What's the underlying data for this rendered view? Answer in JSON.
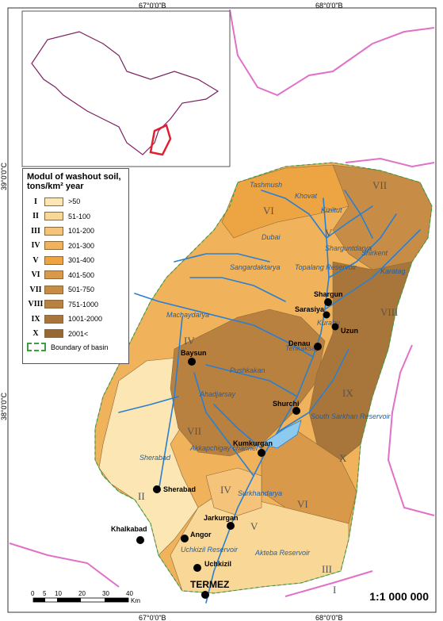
{
  "coords": {
    "top_left": "67°0'0\"В",
    "top_right": "68°0'0\"В",
    "bottom_left": "67°0'0\"В",
    "bottom_right": "68°0'0\"В",
    "left_upper": "39°0'0\"С",
    "left_lower": "38°0'0\"С"
  },
  "legend": {
    "title": "Modul of washout soil, tons/km² year",
    "classes": [
      {
        "roman": "I",
        "range": ">50",
        "color": "#fbe6b4"
      },
      {
        "roman": "II",
        "range": "51-100",
        "color": "#f9d796"
      },
      {
        "roman": "III",
        "range": "101-200",
        "color": "#f5c47a"
      },
      {
        "roman": "IV",
        "range": "201-300",
        "color": "#f0b25a"
      },
      {
        "roman": "V",
        "range": "301-400",
        "color": "#eda443"
      },
      {
        "roman": "VI",
        "range": "401-500",
        "color": "#d89a4a"
      },
      {
        "roman": "VII",
        "range": "501-750",
        "color": "#c78d46"
      },
      {
        "roman": "VIII",
        "range": "751-1000",
        "color": "#b98140"
      },
      {
        "roman": "IX",
        "range": "1001-2000",
        "color": "#a8763a"
      },
      {
        "roman": "X",
        "range": "2001<",
        "color": "#966833"
      }
    ],
    "boundary_label": "Boundary of basin"
  },
  "cities": [
    {
      "name": "Shargun"
    },
    {
      "name": "Sarasiya"
    },
    {
      "name": "Uzun"
    },
    {
      "name": "Denau"
    },
    {
      "name": "Baysun"
    },
    {
      "name": "Shurchi"
    },
    {
      "name": "Kumkurgan"
    },
    {
      "name": "Sherabad"
    },
    {
      "name": "Jarkurgan"
    },
    {
      "name": "Angor"
    },
    {
      "name": "Khalkabad"
    },
    {
      "name": "Uchkizil"
    },
    {
      "name": "TERMEZ"
    }
  ],
  "rivers": [
    "Tashmush",
    "Khovat",
    "Kiziltut",
    "Dubai",
    "Sharguntdarya",
    "Topalang Reservoir",
    "Sangardaktarya",
    "Machaydarya",
    "Kurabu",
    "Tenkaksay",
    "Pushkakan",
    "Ahadjarsay",
    "Akkapchigay channel",
    "South Sarkhan Reservoir",
    "Sherabad",
    "Surkhandarya",
    "Uchkizil Reservoir",
    "Akteba Reservoir",
    "Shirkent",
    "Karatag"
  ],
  "zone_labels": [
    "VI",
    "V",
    "VII",
    "VIII",
    "IV",
    "VII",
    "IX",
    "II",
    "IV",
    "VI",
    "V",
    "III",
    "I",
    "X"
  ],
  "scale": {
    "ticks": [
      "0",
      "5",
      "10",
      "20",
      "30",
      "40"
    ],
    "unit": "Km"
  },
  "ratio": "1:1 000 000"
}
